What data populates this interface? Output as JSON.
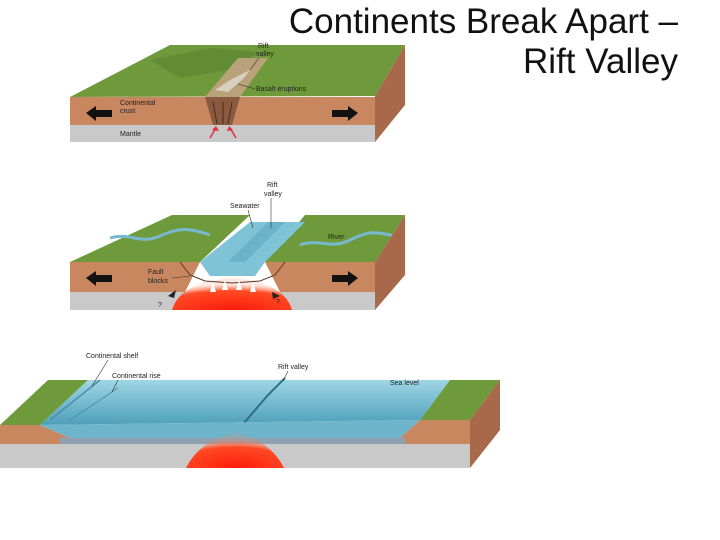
{
  "slide": {
    "title_line1": "Continents Break Apart –",
    "title_line2": "Rift Valley"
  },
  "panel1": {
    "rift_label_1": "Rift",
    "rift_label_2": "valley",
    "basalt_label": "Basalt eruptions",
    "crust_label_1": "Continental",
    "crust_label_2": "crust",
    "mantle_label": "Mantle"
  },
  "panel2": {
    "rift_label_1": "Rift",
    "rift_label_2": "valley",
    "seawater_label": "Seawater",
    "river_label": "River",
    "fault_label_1": "Fault",
    "fault_label_2": "blocks",
    "question_left": "?",
    "question_right": "?"
  },
  "panel3": {
    "shelf_label": "Continental shelf",
    "rise_label": "Continental rise",
    "rift_label": "Rift valley",
    "sea_level_label": "Sea level"
  },
  "colors": {
    "grass": "#6f9a3c",
    "soil": "#c8875f",
    "mantle": "#c9c9c9",
    "water": "#7fc4d6",
    "magma": "#ff3b1f",
    "arrow": "#111111"
  }
}
